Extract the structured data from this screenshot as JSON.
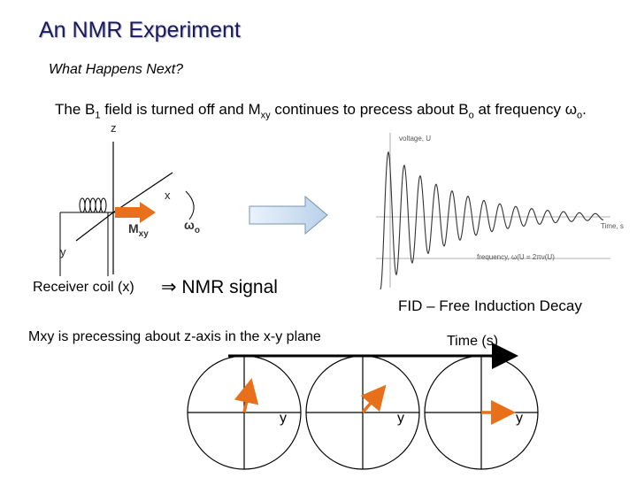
{
  "slide": {
    "title": "An NMR Experiment",
    "subtitle": "What Happens Next?",
    "description": {
      "p1": "The B",
      "s1": "1",
      "p2": " field is turned off and M",
      "s2": "xy",
      "p3": " continues to precess about B",
      "s3": "o",
      "p4": " at frequency ",
      "s4": "o",
      "p5": "."
    }
  },
  "diagram": {
    "axis_z": "z",
    "axis_x": "x",
    "axis_y": "y",
    "mxy_main": "M",
    "mxy_sub": "xy",
    "omega_main": "ω",
    "omega_sub": "o",
    "receiver_coil": "Receiver coil (x)",
    "nmr_signal": "⇒  NMR signal",
    "accent_color": "#e8701a"
  },
  "fid_plot": {
    "voltage_label": "voltage, U",
    "time_label": "Time, s",
    "frequency_label": "frequency, ω(U = 2πν(U)",
    "caption": "FID – Free Induction Decay"
  },
  "precession": {
    "caption": "Mxy is precessing about z-axis in the x-y plane",
    "time_label": "Time (s)",
    "circles": [
      {
        "axis_label": "y"
      },
      {
        "axis_label": "y"
      },
      {
        "axis_label": "y"
      }
    ]
  }
}
